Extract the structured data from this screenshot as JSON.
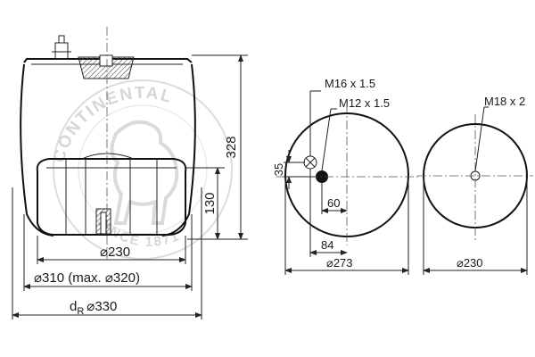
{
  "watermark": {
    "brand": "CONTINENTAL",
    "since": "SINCE 1871"
  },
  "side_view": {
    "height_total": "328",
    "height_piston": "130",
    "dia_piston": "⌀230",
    "dia_bellow": "⌀310 (max. ⌀320)",
    "dia_r_prefix": "d",
    "dia_r_sub": "R",
    "dia_r_value": "⌀330"
  },
  "top_plate": {
    "thread_a": "M16 x 1.5",
    "thread_b": "M12 x 1.5",
    "offset_vertical": "35",
    "offset_horizontal_small": "60",
    "offset_horizontal_large": "84",
    "diameter": "⌀273"
  },
  "bottom_plate": {
    "thread": "M18 x 2",
    "diameter": "⌀230"
  },
  "colors": {
    "line": "#222222",
    "watermark": "#d6d6d6",
    "hatch": "#333333"
  }
}
